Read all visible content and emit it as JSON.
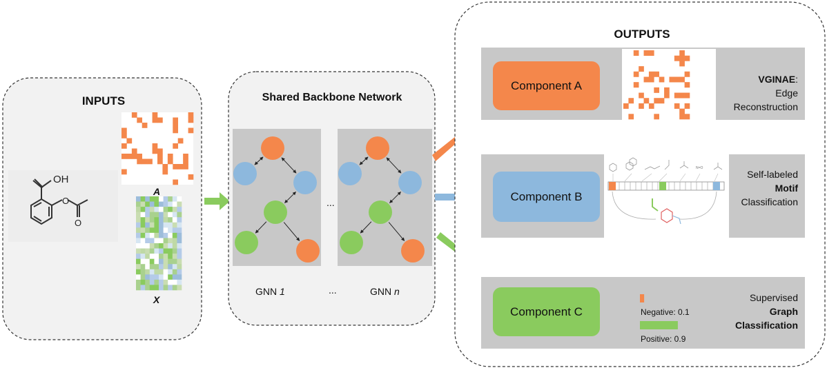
{
  "inputs": {
    "title": "INPUTS",
    "molecule_label": "OH",
    "matrix_a_label": "A",
    "matrix_x_label": "X"
  },
  "backbone": {
    "title": "Shared Backbone Network",
    "gnn_first_label": "GNN ",
    "gnn_first_index": "1",
    "gnn_last_label": "GNN ",
    "gnn_last_index": "n",
    "ellipsis": "..."
  },
  "outputs": {
    "title": "OUTPUTS",
    "component_a": {
      "label": "Component A",
      "desc_bold": "VGINAE",
      "desc_colon": ":",
      "desc_line2": "Edge",
      "desc_line3": "Reconstruction",
      "color": "#F4874B"
    },
    "component_b": {
      "label": "Component B",
      "desc_line1": "Self-labeled",
      "desc_bold": "Motif",
      "desc_line3": "Classification",
      "color": "#8DB8DD"
    },
    "component_c": {
      "label": "Component C",
      "desc_line1": "Supervised",
      "desc_bold1": "Graph",
      "desc_bold2": "Classification",
      "color": "#8ACB5E",
      "negative_label": "Negative: 0.1",
      "negative_value": 0.1,
      "positive_label": "Positive: 0.9",
      "positive_value": 0.9
    }
  },
  "colors": {
    "orange": "#F4874B",
    "blue": "#8DB8DD",
    "green": "#8ACB5E",
    "panel_gray": "#C8C8C8"
  }
}
